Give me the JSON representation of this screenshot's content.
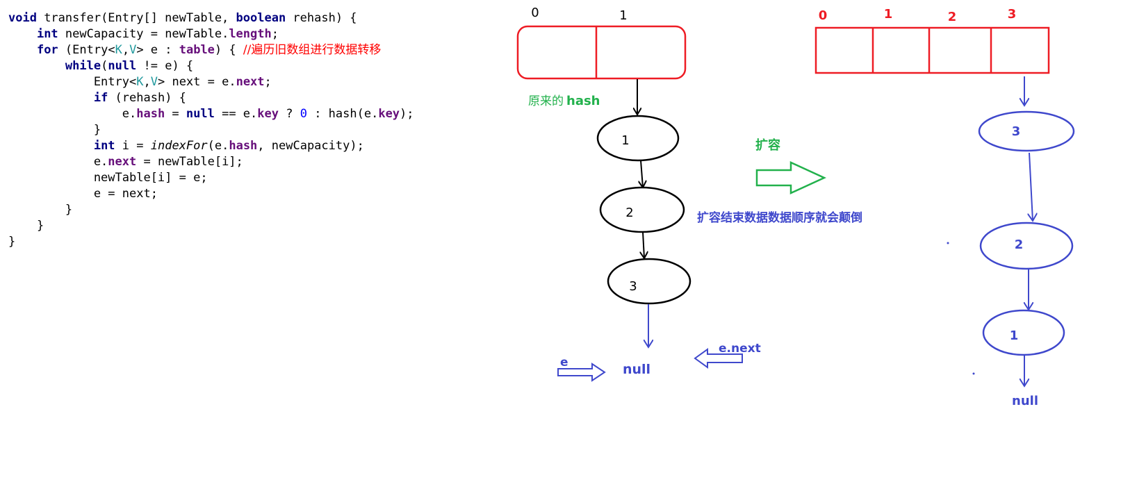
{
  "code": {
    "lines": [
      [
        {
          "t": "void",
          "c": "kw"
        },
        {
          "t": " transfer(Entry[] newTable, "
        },
        {
          "t": "boolean",
          "c": "kw"
        },
        {
          "t": " rehash) {"
        }
      ],
      [
        {
          "t": "    "
        },
        {
          "t": "int",
          "c": "kw"
        },
        {
          "t": " newCapacity = newTable."
        },
        {
          "t": "length",
          "c": "fld"
        },
        {
          "t": ";"
        }
      ],
      [
        {
          "t": "    "
        },
        {
          "t": "for",
          "c": "kw"
        },
        {
          "t": " (Entry<"
        },
        {
          "t": "K",
          "c": "tp"
        },
        {
          "t": ","
        },
        {
          "t": "V",
          "c": "tp"
        },
        {
          "t": "> e : "
        },
        {
          "t": "table",
          "c": "fld"
        },
        {
          "t": ") { "
        },
        {
          "t": "//遍历旧数组进行数据转移",
          "c": "cm"
        }
      ],
      [
        {
          "t": "        "
        },
        {
          "t": "while",
          "c": "kw"
        },
        {
          "t": "("
        },
        {
          "t": "null",
          "c": "kw"
        },
        {
          "t": " != e) {"
        }
      ],
      [
        {
          "t": "            Entry<"
        },
        {
          "t": "K",
          "c": "tp"
        },
        {
          "t": ","
        },
        {
          "t": "V",
          "c": "tp"
        },
        {
          "t": "> next = e."
        },
        {
          "t": "next",
          "c": "fld"
        },
        {
          "t": ";"
        }
      ],
      [
        {
          "t": "            "
        },
        {
          "t": "if",
          "c": "kw"
        },
        {
          "t": " (rehash) {"
        }
      ],
      [
        {
          "t": "                e."
        },
        {
          "t": "hash",
          "c": "fld"
        },
        {
          "t": " = "
        },
        {
          "t": "null",
          "c": "kw"
        },
        {
          "t": " == e."
        },
        {
          "t": "key",
          "c": "fld"
        },
        {
          "t": " ? "
        },
        {
          "t": "0",
          "c": "num"
        },
        {
          "t": " : hash(e."
        },
        {
          "t": "key",
          "c": "fld"
        },
        {
          "t": ");"
        }
      ],
      [
        {
          "t": "            }"
        }
      ],
      [
        {
          "t": "            "
        },
        {
          "t": "int",
          "c": "kw"
        },
        {
          "t": " i = "
        },
        {
          "t": "indexFor",
          "c": "it"
        },
        {
          "t": "(e."
        },
        {
          "t": "hash",
          "c": "fld"
        },
        {
          "t": ", newCapacity);"
        }
      ],
      [
        {
          "t": "            e."
        },
        {
          "t": "next",
          "c": "fld"
        },
        {
          "t": " = newTable[i];"
        }
      ],
      [
        {
          "t": "            newTable[i] = e;"
        }
      ],
      [
        {
          "t": "            e = next;"
        }
      ],
      [
        {
          "t": "        }"
        }
      ],
      [
        {
          "t": "    }"
        }
      ],
      [
        {
          "t": "}"
        }
      ]
    ]
  },
  "old_table": {
    "indices": [
      "0",
      "1"
    ],
    "caption": "原来的",
    "caption_hash": "hash",
    "nodes": [
      "1",
      "2",
      "3"
    ],
    "null_label": "null",
    "e_label": "e",
    "enext_label": "e.next"
  },
  "expand": {
    "label": "扩容",
    "note": "扩容结束数据数据顺序就会颠倒"
  },
  "new_table": {
    "indices": [
      "0",
      "1",
      "2",
      "3"
    ],
    "nodes": [
      "3",
      "2",
      "1"
    ],
    "null_label": "null"
  },
  "colors": {
    "red": "#ee1c24",
    "blue": "#3f48cc",
    "green": "#22b14c",
    "black": "#000000"
  }
}
